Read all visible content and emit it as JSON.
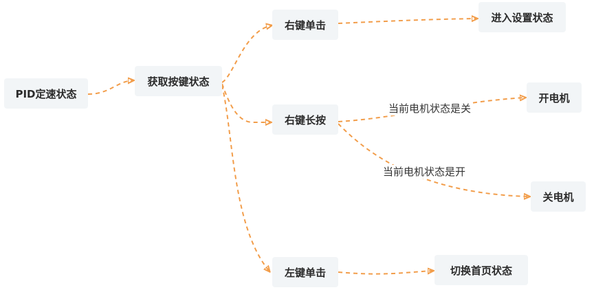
{
  "nodes": {
    "pid_speed": "PID定速状态",
    "get_key": "获取按键状态",
    "right_click": "右键单击",
    "enter_settings": "进入设置状态",
    "right_long_press": "右键长按",
    "motor_on": "开电机",
    "motor_off": "关电机",
    "left_click": "左键单击",
    "switch_home": "切换首页状态"
  },
  "edge_labels": {
    "motor_off_current": "当前电机状态是关",
    "motor_on_current": "当前电机状态是开"
  },
  "colors": {
    "edge": "#f29d4a",
    "node_background": "#f2f5f7"
  }
}
